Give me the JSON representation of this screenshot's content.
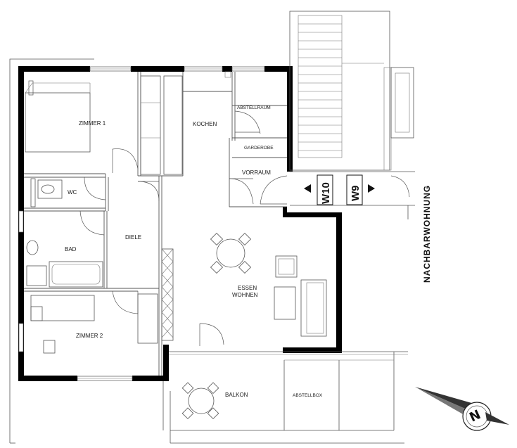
{
  "plan": {
    "rooms": {
      "zimmer1": "ZIMMER 1",
      "kochen": "KOCHEN",
      "abstellraum": "ABSTELLRAUM",
      "garderobe": "GARDEROBE",
      "vorraum": "VORRAUM",
      "wc": "WC",
      "diele": "DIELE",
      "bad": "BAD",
      "essen": "ESSEN",
      "wohnen": "WOHNEN",
      "zimmer2": "ZIMMER 2",
      "balkon": "BALKON",
      "abstellbox": "ABSTELLBOX"
    },
    "units": {
      "left": "W10",
      "right": "W9"
    },
    "neighbor_label": "NACHBARWOHNUNG",
    "compass_letter": "N"
  }
}
